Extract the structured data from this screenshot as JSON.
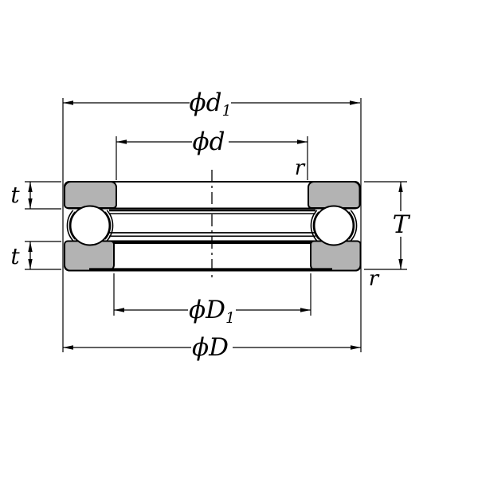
{
  "colors": {
    "background": "#ffffff",
    "line": "#000000",
    "section_fill": "#b3b3b3"
  },
  "labels": {
    "dim_d1": {
      "phi": "ϕ",
      "letter": "d",
      "subscript": "1"
    },
    "dim_d": {
      "phi": "ϕ",
      "letter": "d",
      "subscript": ""
    },
    "dim_D1": {
      "phi": "ϕ",
      "letter": "D",
      "subscript": "1"
    },
    "dim_D": {
      "phi": "ϕ",
      "letter": "D",
      "subscript": ""
    },
    "height_top_washer": "t",
    "height_bottom_washer": "t",
    "total_height": "T",
    "chamfer_top": "r",
    "chamfer_bottom": "r"
  }
}
